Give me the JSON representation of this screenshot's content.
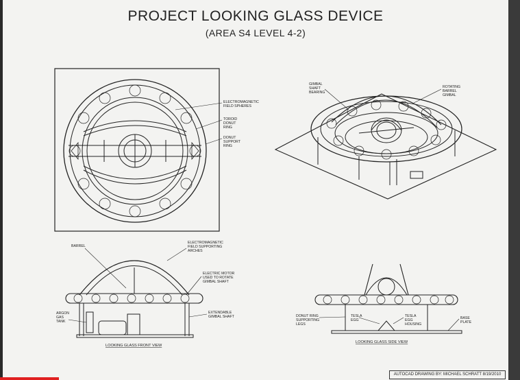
{
  "header": {
    "title": "PROJECT LOOKING GLASS DEVICE",
    "subtitle": "(AREA S4 LEVEL 4-2)"
  },
  "top_view": {
    "labels": {
      "spheres": [
        "ELECTROMAGNETIC",
        "FIELD SPHERES"
      ],
      "toroid": [
        "TOROID",
        "DONUT",
        "RING"
      ],
      "support": [
        "DONUT",
        "SUPPORT",
        "RING"
      ]
    }
  },
  "iso_view": {
    "labels": {
      "gimbal_bearing": [
        "GIMBAL",
        "SHAFT",
        "BEARING"
      ],
      "rotating_barrel": [
        "ROTATING",
        "BARREL",
        "GIMBAL"
      ]
    }
  },
  "front_view": {
    "caption": "LOOKING GLASS FRONT VIEW",
    "labels": {
      "barrel": [
        "BARREL"
      ],
      "arches": [
        "ELECTROMAGNETIC",
        "FIELD SUPPORTING",
        "ARCHES"
      ],
      "motor": [
        "ELECTRIC MOTOR",
        "USED TO ROTATE",
        "GIMBAL SHAFT"
      ],
      "argon": [
        "ARGON",
        "GAS",
        "TANK"
      ],
      "shaft": [
        "EXTENDABLE",
        "GIMBAL SHAFT"
      ]
    }
  },
  "side_view": {
    "caption": "LOOKING GLASS SIDE VIEW",
    "labels": {
      "legs": [
        "DONUT RING",
        "SUPPORTING",
        "LEGS"
      ],
      "egg": [
        "TESLA",
        "EGG"
      ],
      "housing": [
        "TESLA",
        "EGG",
        "HOUSING"
      ],
      "plate": [
        "BASE",
        "PLATE"
      ]
    }
  },
  "footer": {
    "credit": "AUTOCAD DRAWING BY:  MICHAEL SCHRATT 8/19/2010"
  }
}
